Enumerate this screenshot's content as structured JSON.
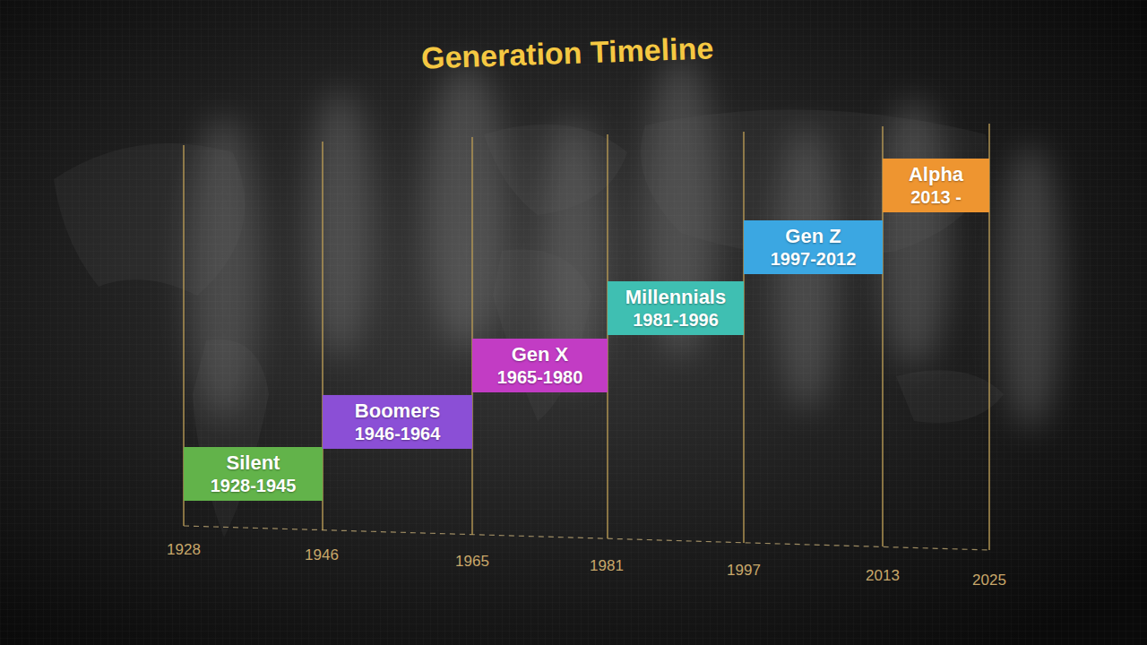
{
  "diagram": {
    "title": "Generation Timeline",
    "nodes": [
      {
        "text": [
          "Silent",
          "1928-1945"
        ]
      },
      {
        "text": [
          "Boomers",
          "1946-1964"
        ]
      },
      {
        "text": [
          "Gen X",
          "1965-1980"
        ]
      },
      {
        "text": [
          "Millennials",
          "1981-1996"
        ]
      },
      {
        "text": [
          "Gen Z",
          "1997-2012"
        ]
      },
      {
        "text": [
          "Alpha",
          "2013 -"
        ]
      }
    ],
    "labels": [
      "1928",
      "1946",
      "1965",
      "1981",
      "1997",
      "2013",
      "2025"
    ]
  }
}
